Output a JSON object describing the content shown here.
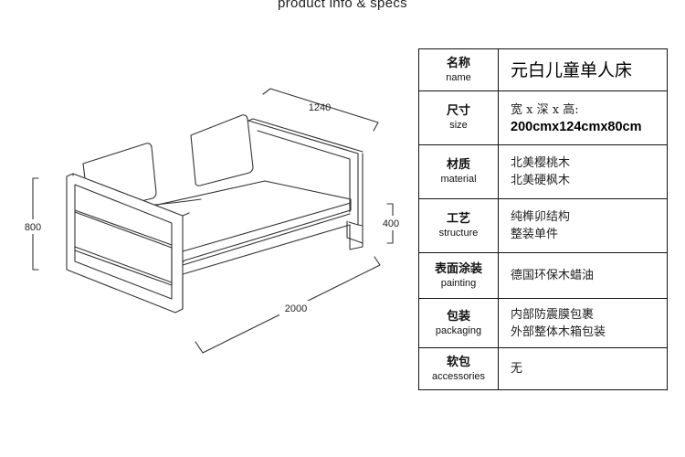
{
  "header": {
    "title": "product info & specs"
  },
  "dimensions": {
    "depth": "1240",
    "height": "800",
    "seat_height": "400",
    "width": "2000"
  },
  "specs": {
    "name": {
      "label_zh": "名称",
      "label_en": "name",
      "value": "元白儿童单人床"
    },
    "size": {
      "label_zh": "尺寸",
      "label_en": "size",
      "value_line1": "宽 x 深 x 高:",
      "value_line2": "200cmx124cmx80cm"
    },
    "material": {
      "label_zh": "材质",
      "label_en": "material",
      "value_line1": "北美樱桃木",
      "value_line2": "北美硬枫木"
    },
    "structure": {
      "label_zh": "工艺",
      "label_en": "structure",
      "value_line1": "纯榫卯结构",
      "value_line2": "整装单件"
    },
    "painting": {
      "label_zh": "表面涂装",
      "label_en": "painting",
      "value": "德国环保木蜡油"
    },
    "packaging": {
      "label_zh": "包装",
      "label_en": "packaging",
      "value_line1": "内部防震膜包裹",
      "value_line2": "外部整体木箱包装"
    },
    "accessories": {
      "label_zh": "软包",
      "label_en": "accessories",
      "value": "无"
    }
  }
}
